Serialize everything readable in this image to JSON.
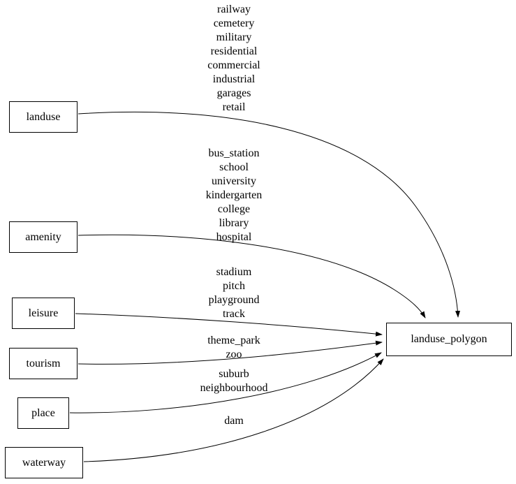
{
  "diagram": {
    "nodes": {
      "landuse": "landuse",
      "amenity": "amenity",
      "leisure": "leisure",
      "tourism": "tourism",
      "place": "place",
      "waterway": "waterway",
      "landuse_polygon": "landuse_polygon"
    },
    "edge_labels": {
      "landuse": [
        "railway",
        "cemetery",
        "military",
        "residential",
        "commercial",
        "industrial",
        "garages",
        "retail"
      ],
      "amenity": [
        "bus_station",
        "school",
        "university",
        "kindergarten",
        "college",
        "library",
        "hospital"
      ],
      "leisure": [
        "stadium",
        "pitch",
        "playground",
        "track"
      ],
      "tourism": [
        "theme_park",
        "zoo"
      ],
      "place": [
        "suburb",
        "neighbourhood"
      ],
      "waterway": [
        "dam"
      ]
    },
    "colors": {
      "stroke": "#000000",
      "background": "#ffffff"
    }
  }
}
